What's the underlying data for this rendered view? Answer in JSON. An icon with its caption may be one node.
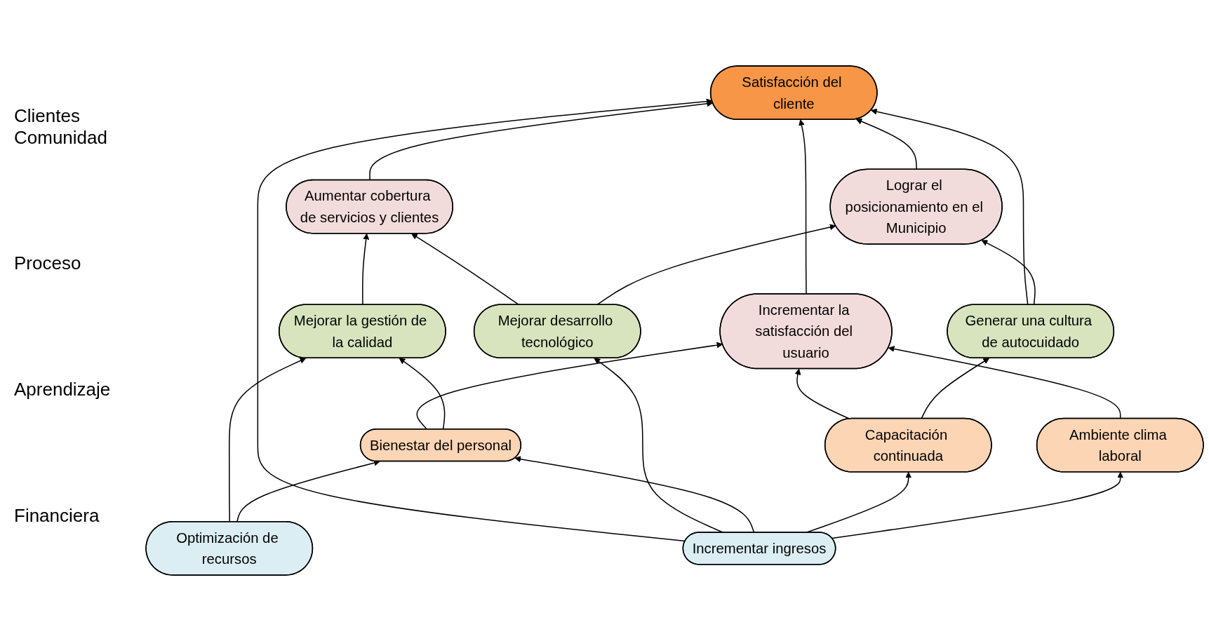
{
  "diagram": {
    "nodes": [
      {
        "text": [
          "Satisfacción del cliente"
        ]
      },
      {
        "text": [
          "Incrementar la satisfacción del usuario"
        ]
      },
      {
        "text": [
          "Aumentar cobertura de servicios y clientes"
        ]
      },
      {
        "text": [
          "Lograr el posicionamiento en el Municipio"
        ]
      },
      {
        "text": [
          "Mejorar la gestión de la calidad"
        ]
      },
      {
        "text": [
          "Generar una cultura de autocuidado"
        ]
      },
      {
        "text": [
          "Mejorar desarrollo tecnológico"
        ]
      },
      {
        "text": [
          "Bienestar del personal"
        ]
      },
      {
        "text": [
          "Capacitación continuada"
        ]
      },
      {
        "text": [
          "Ambiente clima laboral"
        ]
      },
      {
        "text": [
          "Optimización de recursos"
        ]
      },
      {
        "text": [
          "Incrementar ingresos"
        ]
      }
    ],
    "edges": [
      {
        "from": 1,
        "to": 0,
        "arrow": "to"
      },
      {
        "from": 2,
        "to": 0,
        "arrow": "to"
      },
      {
        "from": 3,
        "to": 0,
        "arrow": "to"
      },
      {
        "from": 5,
        "to": 0,
        "arrow": "to"
      },
      {
        "from": 11,
        "to": 0,
        "arrow": "to"
      },
      {
        "from": 7,
        "to": 1,
        "arrow": "to"
      },
      {
        "from": 8,
        "to": 1,
        "arrow": "to"
      },
      {
        "from": 9,
        "to": 1,
        "arrow": "to"
      },
      {
        "from": 4,
        "to": 2,
        "arrow": "to"
      },
      {
        "from": 6,
        "to": 2,
        "arrow": "to"
      },
      {
        "from": 5,
        "to": 3,
        "arrow": "to"
      },
      {
        "from": 6,
        "to": 3,
        "arrow": "to"
      },
      {
        "from": 7,
        "to": 4,
        "arrow": "to"
      },
      {
        "from": 10,
        "to": 4,
        "arrow": "to"
      },
      {
        "from": 8,
        "to": 5,
        "arrow": "to"
      },
      {
        "from": 11,
        "to": 6,
        "arrow": "to"
      },
      {
        "from": 10,
        "to": 7,
        "arrow": "to"
      },
      {
        "from": 11,
        "to": 7,
        "arrow": "to"
      },
      {
        "from": 11,
        "to": 8,
        "arrow": "to"
      },
      {
        "from": 11,
        "to": 9,
        "arrow": "to"
      }
    ],
    "labels": [
      "Clientes Comunidad",
      "Proceso",
      "Aprendizaje",
      "Financiera"
    ]
  }
}
